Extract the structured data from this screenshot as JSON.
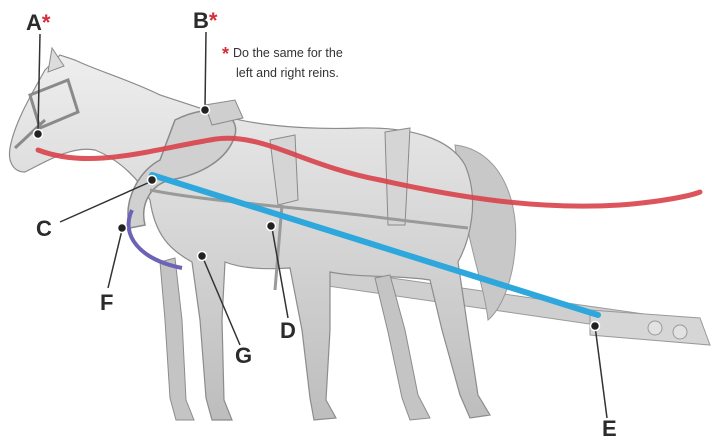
{
  "labels": {
    "a": {
      "text": "A",
      "star": "*"
    },
    "b": {
      "text": "B",
      "star": "*"
    },
    "c": {
      "text": "C"
    },
    "d": {
      "text": "D"
    },
    "e": {
      "text": "E"
    },
    "f": {
      "text": "F"
    },
    "g": {
      "text": "G"
    }
  },
  "note": {
    "star": "*",
    "line1": "Do the same for the",
    "line2": "left and right reins."
  },
  "colors": {
    "red_line": "#d9434a",
    "blue_line": "#2ea8dc",
    "purple_line": "#6b63b5",
    "horse": "#d9d9d9",
    "label": "#2b2b2b",
    "star": "#d32f3a"
  },
  "icons": {
    "horse": "horse-figure-icon",
    "shafts": "shaft-pole-icon"
  }
}
